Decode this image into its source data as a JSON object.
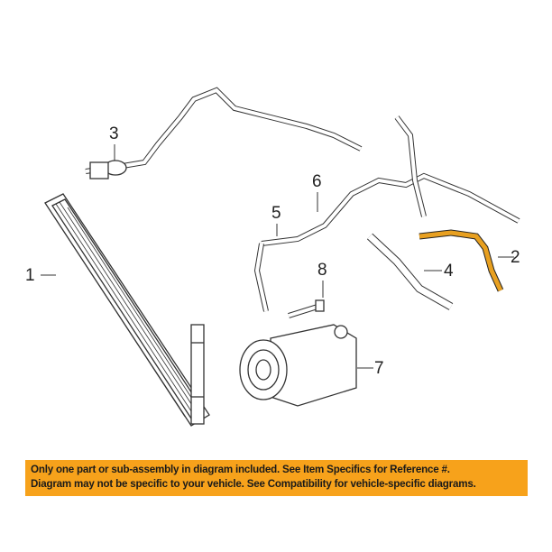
{
  "callouts": [
    "1",
    "2",
    "3",
    "4",
    "5",
    "6",
    "7",
    "8"
  ],
  "banner": {
    "line1": "Only one part or sub-assembly in diagram included. See Item Specifics for Reference #.",
    "line2": "Diagram may not be specific to your vehicle. See Compatibility for vehicle-specific diagrams."
  },
  "colors": {
    "banner": "#f7a21b",
    "highlight": "#e8a020",
    "line": "#333333"
  }
}
